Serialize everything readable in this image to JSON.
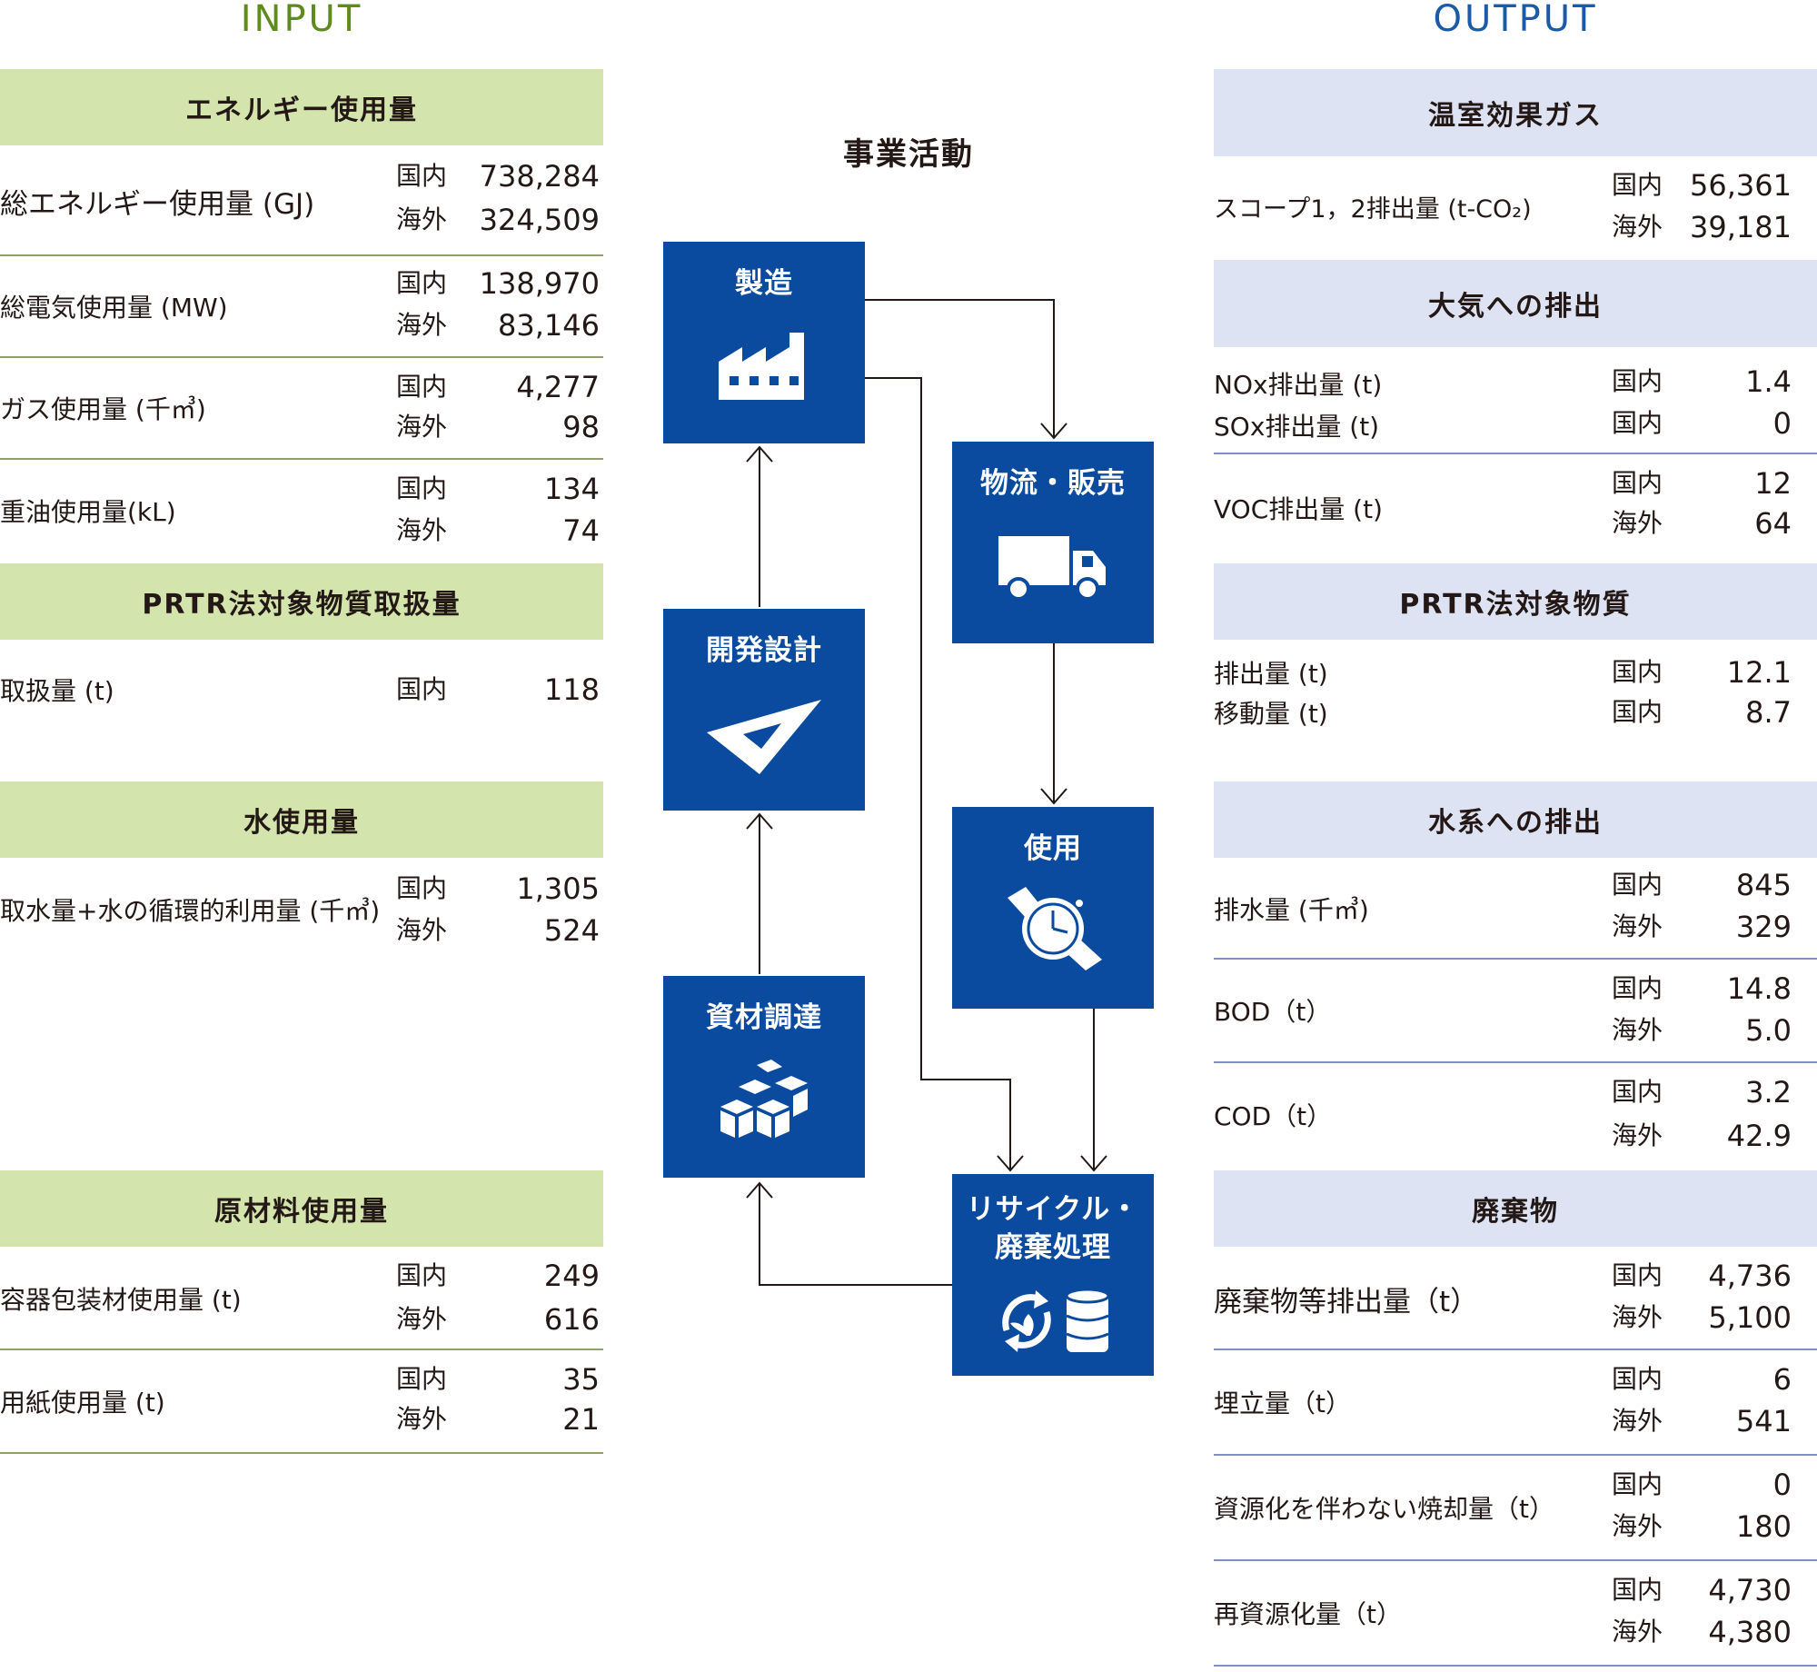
{
  "colors": {
    "input_header": "#d3e4ad",
    "input_title": "#5f8a1f",
    "input_line": "#8ea464",
    "output_header": "#dde3f2",
    "output_title": "#1a5aa8",
    "output_line": "#7d8fc4",
    "box": "#0a4ba0",
    "arrow": "#231815"
  },
  "input": {
    "title": "INPUT",
    "energy": {
      "header": "エネルギー使用量",
      "rows": [
        {
          "label": "総エネルギー使用量 (GJ)",
          "lines": [
            {
              "region": "国内",
              "value": "738,284"
            },
            {
              "region": "海外",
              "value": "324,509"
            }
          ]
        },
        {
          "label": "総電気使用量 (MW)",
          "lines": [
            {
              "region": "国内",
              "value": "138,970"
            },
            {
              "region": "海外",
              "value": "83,146"
            }
          ]
        },
        {
          "label": "ガス使用量 (千㎥)",
          "lines": [
            {
              "region": "国内",
              "value": "4,277"
            },
            {
              "region": "海外",
              "value": "98"
            }
          ]
        },
        {
          "label": "重油使用量(kL)",
          "lines": [
            {
              "region": "国内",
              "value": "134"
            },
            {
              "region": "海外",
              "value": "74"
            }
          ]
        }
      ]
    },
    "prtr": {
      "header": "PRTR法対象物質取扱量",
      "rows": [
        {
          "label": "取扱量 (t)",
          "lines": [
            {
              "region": "国内",
              "value": "118"
            }
          ]
        }
      ]
    },
    "water": {
      "header": "水使用量",
      "rows": [
        {
          "label": "取水量+水の循環的利用量 (千㎥)",
          "lines": [
            {
              "region": "国内",
              "value": "1,305"
            },
            {
              "region": "海外",
              "value": "524"
            }
          ]
        }
      ]
    },
    "materials": {
      "header": "原材料使用量",
      "rows": [
        {
          "label": "容器包装材使用量 (t)",
          "lines": [
            {
              "region": "国内",
              "value": "249"
            },
            {
              "region": "海外",
              "value": "616"
            }
          ]
        },
        {
          "label": "用紙使用量 (t)",
          "lines": [
            {
              "region": "国内",
              "value": "35"
            },
            {
              "region": "海外",
              "value": "21"
            }
          ]
        }
      ]
    }
  },
  "flow": {
    "title": "事業活動",
    "boxes": {
      "manufacturing": "製造",
      "logistics": "物流・販売",
      "design": "開発設計",
      "use": "使用",
      "procurement": "資材調達",
      "recycle_line1": "リサイクル・",
      "recycle_line2": "廃棄処理"
    },
    "icons": {
      "manufacturing": "factory-icon",
      "logistics": "truck-icon",
      "design": "triangle-ruler-icon",
      "use": "wristwatch-icon",
      "procurement": "boxes-icon",
      "recycle": "recycle-drum-icon"
    }
  },
  "output": {
    "title": "OUTPUT",
    "ghg": {
      "header": "温室効果ガス",
      "rows": [
        {
          "label": "スコープ1，2排出量 (t-CO₂)",
          "lines": [
            {
              "region": "国内",
              "value": "56,361"
            },
            {
              "region": "海外",
              "value": "39,181"
            }
          ]
        }
      ]
    },
    "air": {
      "header": "大気への排出",
      "rows": [
        {
          "label": "NOx排出量 (t)",
          "lines": [
            {
              "region": "国内",
              "value": "1.4"
            }
          ]
        },
        {
          "label": "SOx排出量 (t)",
          "lines": [
            {
              "region": "国内",
              "value": "0"
            }
          ]
        },
        {
          "label": "VOC排出量 (t)",
          "lines": [
            {
              "region": "国内",
              "value": "12"
            },
            {
              "region": "海外",
              "value": "64"
            }
          ]
        }
      ]
    },
    "prtr": {
      "header": "PRTR法対象物質",
      "rows": [
        {
          "label": "排出量 (t)",
          "lines": [
            {
              "region": "国内",
              "value": "12.1"
            }
          ]
        },
        {
          "label": "移動量 (t)",
          "lines": [
            {
              "region": "国内",
              "value": "8.7"
            }
          ]
        }
      ]
    },
    "water": {
      "header": "水系への排出",
      "rows": [
        {
          "label": "排水量 (千㎥)",
          "lines": [
            {
              "region": "国内",
              "value": "845"
            },
            {
              "region": "海外",
              "value": "329"
            }
          ]
        },
        {
          "label": "BOD（t）",
          "lines": [
            {
              "region": "国内",
              "value": "14.8"
            },
            {
              "region": "海外",
              "value": "5.0"
            }
          ]
        },
        {
          "label": "COD（t）",
          "lines": [
            {
              "region": "国内",
              "value": "3.2"
            },
            {
              "region": "海外",
              "value": "42.9"
            }
          ]
        }
      ]
    },
    "waste": {
      "header": "廃棄物",
      "rows": [
        {
          "label": "廃棄物等排出量（t）",
          "lines": [
            {
              "region": "国内",
              "value": "4,736"
            },
            {
              "region": "海外",
              "value": "5,100"
            }
          ]
        },
        {
          "label": "埋立量（t）",
          "lines": [
            {
              "region": "国内",
              "value": "6"
            },
            {
              "region": "海外",
              "value": "541"
            }
          ]
        },
        {
          "label": "資源化を伴わない焼却量（t）",
          "lines": [
            {
              "region": "国内",
              "value": "0"
            },
            {
              "region": "海外",
              "value": "180"
            }
          ]
        },
        {
          "label": "再資源化量（t）",
          "lines": [
            {
              "region": "国内",
              "value": "4,730"
            },
            {
              "region": "海外",
              "value": "4,380"
            }
          ]
        }
      ]
    }
  }
}
